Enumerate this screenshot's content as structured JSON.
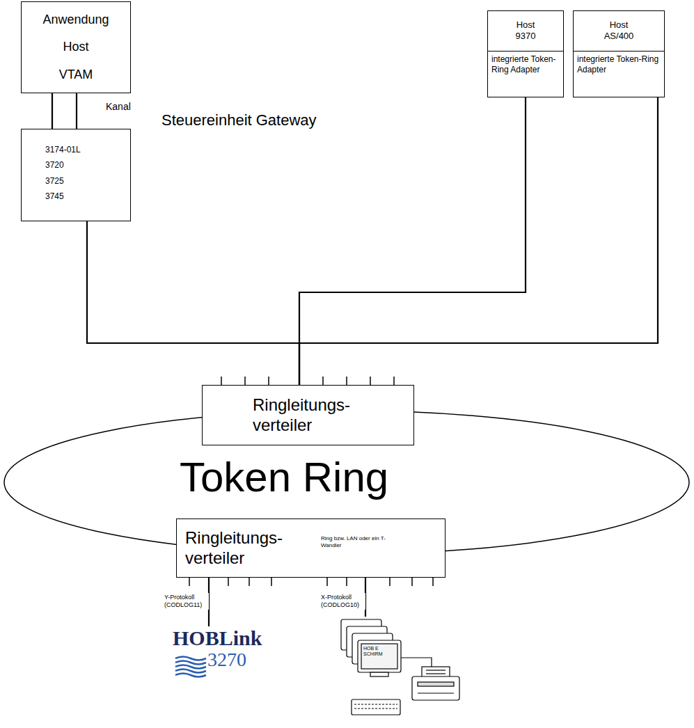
{
  "diagram": {
    "nodes": [
      {
        "text": [
          "Anwendung",
          "Host",
          "VTAM"
        ]
      },
      {
        "text": [
          "3174-01L",
          "3720",
          "3725",
          "3745"
        ]
      },
      {
        "text": [
          "Host 9370",
          "integrierte Token-Ring Adapter"
        ]
      },
      {
        "text": [
          "Host AS/400",
          "integrierte Token-Ring Adapter"
        ]
      },
      {
        "text": [
          "Ringleitungs- verteiler"
        ]
      },
      {
        "text": [
          "Ringleitungs- verteiler",
          "Ring bzw. LAN oder ein T-Wandler"
        ]
      },
      {
        "text": [
          "HOBLink",
          "3270"
        ]
      },
      {
        "text": [
          "HOB E SCHIRM"
        ]
      }
    ],
    "edges": [
      {
        "from": 0,
        "to": 1,
        "arrow": "none",
        "label": "Kanal"
      },
      {
        "from": 1,
        "to": 4,
        "arrow": "none"
      },
      {
        "from": 2,
        "to": 4,
        "arrow": "none"
      },
      {
        "from": 3,
        "to": 4,
        "arrow": "none"
      },
      {
        "from": 5,
        "to": 6,
        "arrow": "none",
        "label": "Y-Protokoll (CODLOG11)"
      },
      {
        "from": 5,
        "to": 7,
        "arrow": "none",
        "label": "X-Protokoll (CODLOG10)"
      }
    ],
    "labels": [
      "Steuereinheit Gateway",
      "Token Ring"
    ]
  }
}
